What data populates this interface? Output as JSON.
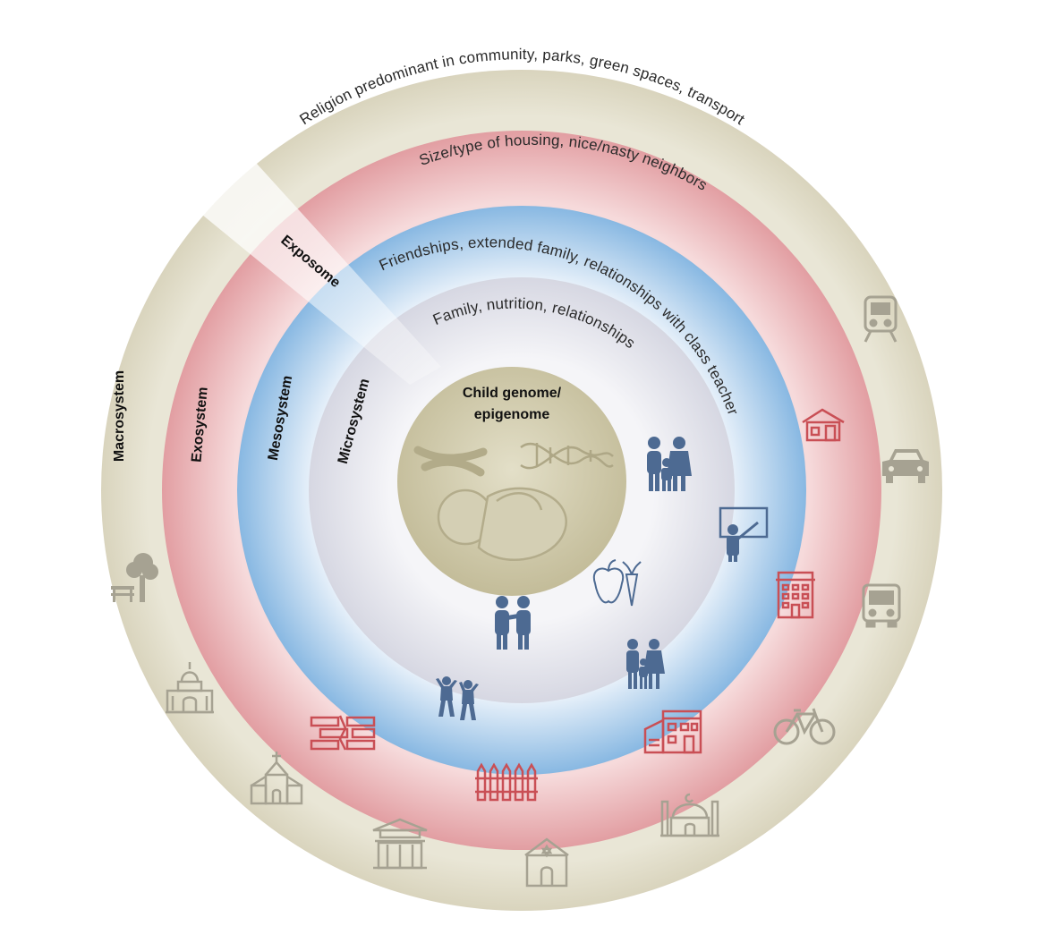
{
  "diagram": {
    "center": {
      "line1": "Child genome/",
      "line2": "epigenome"
    },
    "exposome_label": "Exposome",
    "rings": {
      "microsystem": {
        "name": "Microsystem",
        "description": "Family, nutrition, relationships"
      },
      "mesosystem": {
        "name": "Mesosystem",
        "description": "Friendships, extended family, relationships with class teacher"
      },
      "exosystem": {
        "name": "Exosystem",
        "description": "Size/type of housing, nice/nasty neighbors"
      },
      "macrosystem": {
        "name": "Macrosystem",
        "description": "Religion predominant in community, parks, green spaces, transport"
      }
    },
    "colors": {
      "macro": "#ddd9c6",
      "exo": "#e8a9ac",
      "meso": "#9cc5e8",
      "micro": "#e0e1ea",
      "core": "#c9c3a3",
      "icon_blue": "#4d6a92",
      "icon_red": "#c94f55",
      "icon_gray": "#a6a292"
    },
    "icons": {
      "core": [
        "chromosome-icon",
        "dna-icon",
        "fetus-icon"
      ],
      "microsystem": [
        "family-icon",
        "food-icon",
        "couple-icon"
      ],
      "mesosystem": [
        "teacher-icon",
        "extended-family-icon",
        "friends-icon"
      ],
      "exosystem": [
        "house-icon",
        "apartment-icon",
        "townhouse-icon",
        "fence-icon",
        "brick-wall-icon"
      ],
      "macrosystem": [
        "train-icon",
        "car-icon",
        "bus-icon",
        "bicycle-icon",
        "mosque-icon",
        "synagogue-icon",
        "pagoda-icon",
        "church-icon",
        "temple-icon",
        "park-icon"
      ]
    }
  }
}
